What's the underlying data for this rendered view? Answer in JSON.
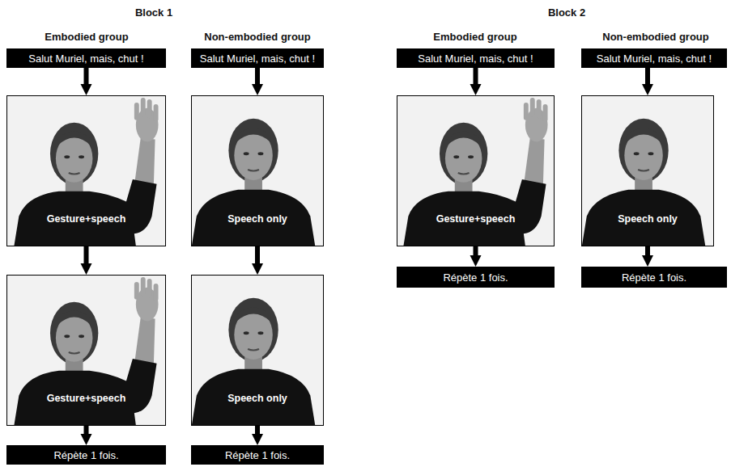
{
  "diagram": {
    "nodes": [
      {
        "text": [
          "Salut Muriel, mais, chut !"
        ]
      },
      {
        "text": [
          "Gesture+speech"
        ]
      },
      {
        "text": [
          "Gesture+speech"
        ]
      },
      {
        "text": [
          "Répète 1 fois."
        ]
      },
      {
        "text": [
          "Salut Muriel, mais, chut !"
        ]
      },
      {
        "text": [
          "Speech only"
        ]
      },
      {
        "text": [
          "Speech only"
        ]
      },
      {
        "text": [
          "Répète 1 fois."
        ]
      },
      {
        "text": [
          "Salut Muriel, mais, chut !"
        ]
      },
      {
        "text": [
          "Gesture+speech"
        ]
      },
      {
        "text": [
          "Répète 1 fois."
        ]
      },
      {
        "text": [
          "Salut Muriel, mais, chut !"
        ]
      },
      {
        "text": [
          "Speech only"
        ]
      },
      {
        "text": [
          "Répète 1 fois."
        ]
      }
    ],
    "edges": [
      {
        "from": 0,
        "to": 1,
        "arrow": "to"
      },
      {
        "from": 1,
        "to": 2,
        "arrow": "to"
      },
      {
        "from": 2,
        "to": 3,
        "arrow": "to"
      },
      {
        "from": 4,
        "to": 5,
        "arrow": "to"
      },
      {
        "from": 5,
        "to": 6,
        "arrow": "to"
      },
      {
        "from": 6,
        "to": 7,
        "arrow": "to"
      },
      {
        "from": 8,
        "to": 9,
        "arrow": "to"
      },
      {
        "from": 9,
        "to": 10,
        "arrow": "to"
      },
      {
        "from": 11,
        "to": 12,
        "arrow": "to"
      },
      {
        "from": 12,
        "to": 13,
        "arrow": "to"
      }
    ],
    "labels": [
      "Block 1",
      "Embodied group",
      "Non-embodied group",
      "Block 2",
      "Embodied group",
      "Non-embodied group"
    ]
  }
}
